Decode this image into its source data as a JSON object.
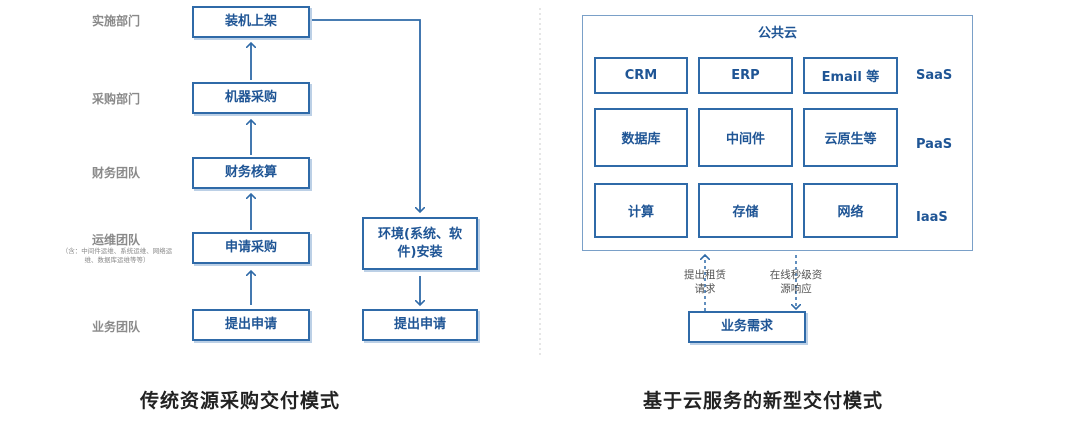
{
  "left": {
    "departments": [
      "实施部门",
      "采购部门",
      "财务团队",
      "运维团队",
      "业务团队"
    ],
    "ops_note": "（含：中间件运维、系统运维、网络运维、数据库运维等等）",
    "steps": [
      "装机上架",
      "机器采购",
      "财务核算",
      "申请采购",
      "提出申请"
    ],
    "env_step": "环境(系统、软件)安装",
    "right_submit": "提出申请",
    "caption": "传统资源采购交付模式"
  },
  "right": {
    "cloud_title": "公共云",
    "rows": [
      {
        "layer": "SaaS",
        "cells": [
          "CRM",
          "ERP",
          "Email 等"
        ]
      },
      {
        "layer": "PaaS",
        "cells": [
          "数据库",
          "中间件",
          "云原生等"
        ]
      },
      {
        "layer": "IaaS",
        "cells": [
          "计算",
          "存储",
          "网络"
        ]
      }
    ],
    "lease_label": "提出租赁请求",
    "response_label": "在线秒级资源响应",
    "business_box": "业务需求",
    "caption": "基于云服务的新型交付模式"
  },
  "colors": {
    "box_border": "#2f6aa8",
    "box_text": "#1f5595",
    "dept_text": "#8a8a8a",
    "divider": "#cccccc"
  }
}
